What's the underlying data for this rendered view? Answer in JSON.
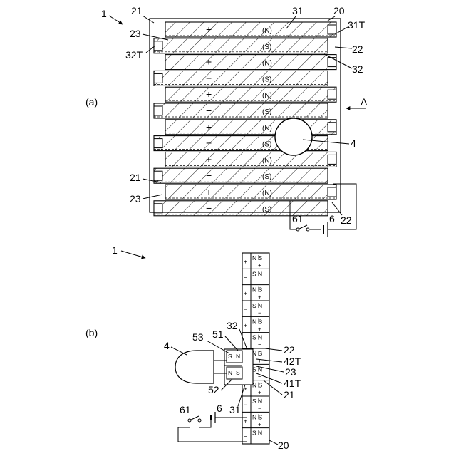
{
  "fig_a": {
    "panel_label": "(a)",
    "ref_1": "1",
    "ref_20": "20",
    "ref_21_top": "21",
    "ref_21_lower": "21",
    "ref_22_right": "22",
    "ref_22_bottom": "22",
    "ref_23_top": "23",
    "ref_23_lower": "23",
    "ref_31": "31",
    "ref_31T": "31T",
    "ref_32": "32",
    "ref_32T": "32T",
    "ref_4": "4",
    "ref_6": "6",
    "ref_61": "61",
    "view_A": "A",
    "strip_pole_labels": [
      "(N)",
      "(S)",
      "(N)",
      "(S)",
      "(N)",
      "(S)",
      "(N)",
      "(S)",
      "(N)",
      "(S)",
      "(N)",
      "(S)"
    ],
    "strip_signs": [
      "+",
      "−",
      "+",
      "−",
      "+",
      "−",
      "+",
      "−",
      "+",
      "−",
      "+",
      "−"
    ]
  },
  "fig_b": {
    "panel_label": "(b)",
    "ref_1": "1",
    "ref_4": "4",
    "ref_53": "53",
    "ref_51": "51",
    "ref_52": "52",
    "ref_32": "32",
    "ref_31": "31",
    "ref_22": "22",
    "ref_42T": "42T",
    "ref_23": "23",
    "ref_41T": "41T",
    "ref_21": "21",
    "ref_20": "20",
    "ref_6": "6",
    "ref_61": "61",
    "pair_top": "N",
    "pair_bottom": "S",
    "slider_upper_left": "S",
    "slider_upper_right": "N",
    "slider_lower_left": "N",
    "slider_lower_right": "S",
    "right_signs": [
      "+",
      "−",
      "+",
      "−",
      "+",
      "−",
      "+",
      "−",
      "+",
      "−",
      "+",
      "−"
    ],
    "left_signs": [
      "+",
      "−",
      "+",
      "−",
      "+",
      "−",
      "+",
      "−",
      "+",
      "−",
      "+",
      "−"
    ]
  }
}
